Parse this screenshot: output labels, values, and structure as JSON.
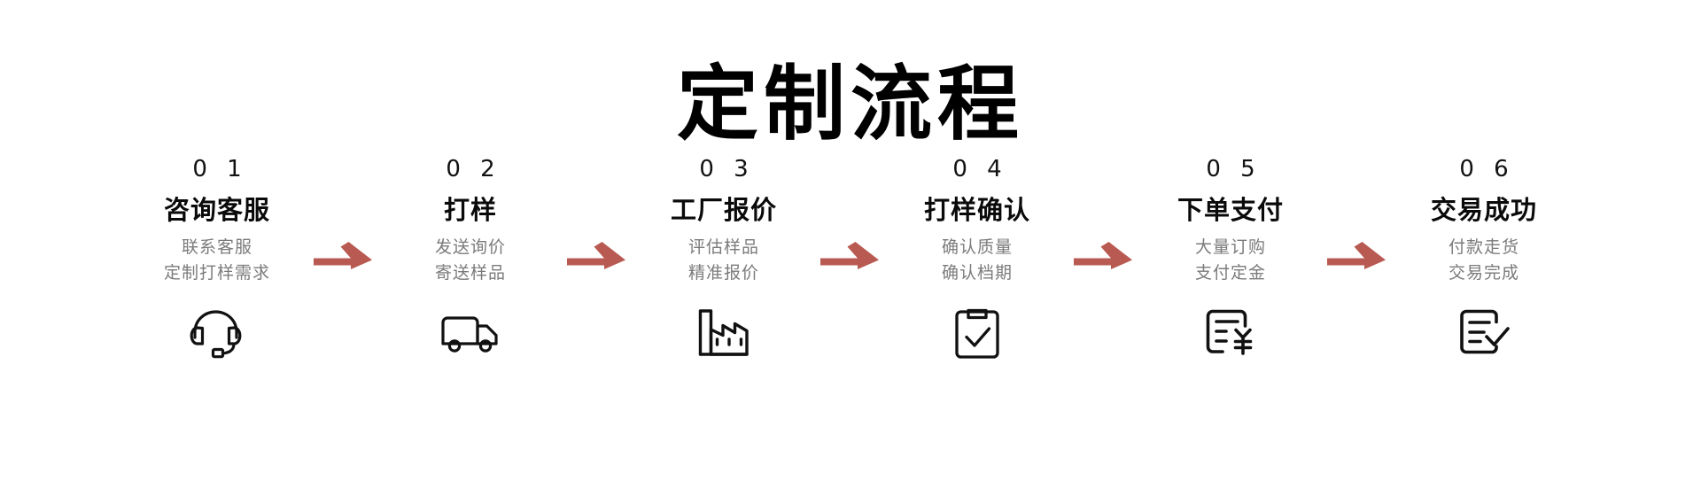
{
  "header": {
    "title": "定制流程"
  },
  "colors": {
    "arrow": "#b85a52",
    "title_text": "#000000",
    "step_title_text": "#0a0a0a",
    "step_desc_text": "#7b7b7b",
    "background": "#ffffff"
  },
  "flow": {
    "arrow_icon_name": "arrow-right-icon",
    "steps": [
      {
        "number": "0 1",
        "title": "咨询客服",
        "desc_line1": "联系客服",
        "desc_line2": "定制打样需求",
        "icon": "headset-icon"
      },
      {
        "number": "0 2",
        "title": "打样",
        "desc_line1": "发送询价",
        "desc_line2": "寄送样品",
        "icon": "delivery-truck-icon"
      },
      {
        "number": "0 3",
        "title": "工厂报价",
        "desc_line1": "评估样品",
        "desc_line2": "精准报价",
        "icon": "factory-icon"
      },
      {
        "number": "0 4",
        "title": "打样确认",
        "desc_line1": "确认质量",
        "desc_line2": "确认档期",
        "icon": "clipboard-check-icon"
      },
      {
        "number": "0 5",
        "title": "下单支付",
        "desc_line1": "大量订购",
        "desc_line2": "支付定金",
        "icon": "invoice-yuan-icon"
      },
      {
        "number": "0 6",
        "title": "交易成功",
        "desc_line1": "付款走货",
        "desc_line2": "交易完成",
        "icon": "document-check-icon"
      }
    ]
  }
}
